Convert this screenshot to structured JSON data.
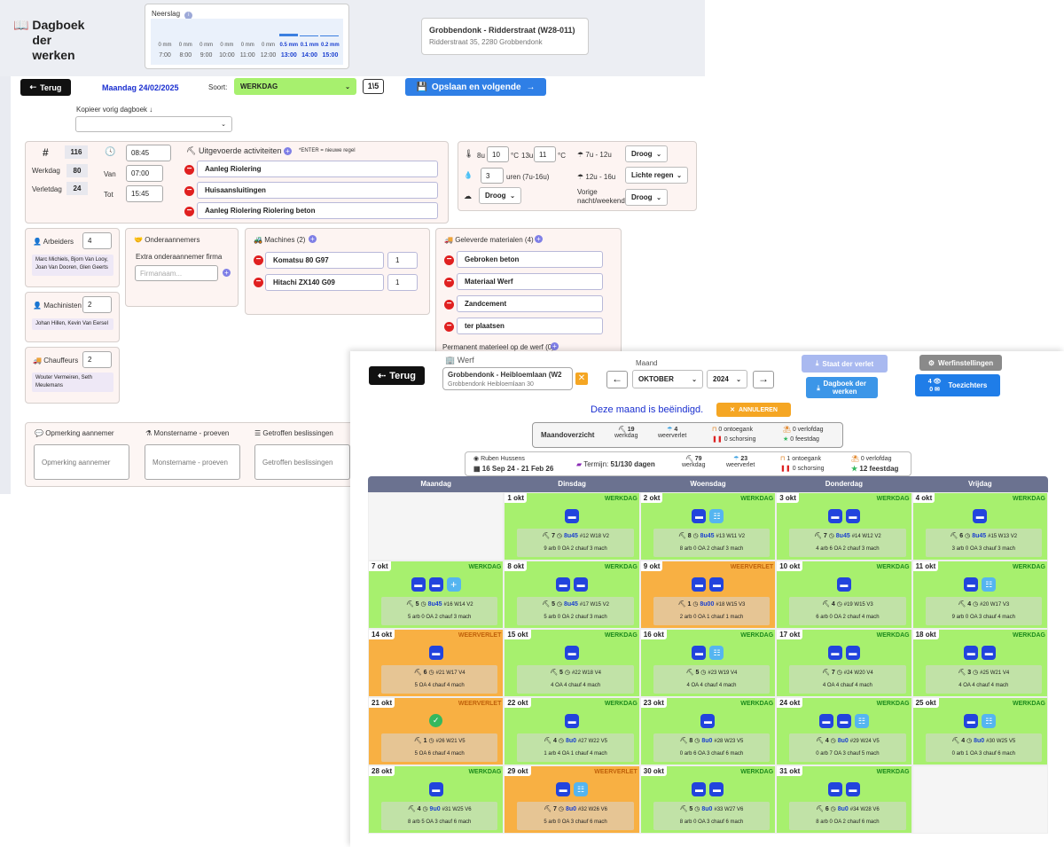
{
  "dagboek": {
    "logo": "Dagboek der werken",
    "neerslag": {
      "label": "Neerslag",
      "hours": [
        "7:00",
        "8:00",
        "9:00",
        "10:00",
        "11:00",
        "12:00",
        "13:00",
        "14:00",
        "15:00"
      ],
      "amounts": [
        "0 mm",
        "0 mm",
        "0 mm",
        "0 mm",
        "0 mm",
        "0 mm",
        "0.5 mm",
        "0.1 mm",
        "0.2 mm"
      ]
    },
    "site": {
      "title": "Grobbendonk - Ridderstraat (W28-011)",
      "address": "Ridderstraat 35, 2280 Grobbendonk"
    },
    "back": "Terug",
    "date": "Maandag 24/02/2025",
    "soort_label": "Soort:",
    "soort_value": "WERKDAG",
    "counter": "1\\5",
    "save": "Opslaan en volgende",
    "kopieer": "Kopieer vorig dagboek",
    "nummer": "116",
    "werkdag_label": "Werkdag",
    "werkdag": "80",
    "verletdag_label": "Verletdag",
    "verletdag": "24",
    "time_start": "08:45",
    "van_label": "Van",
    "van": "07:00",
    "tot_label": "Tot",
    "tot": "15:45",
    "activiteiten_title": "Uitgevoerde activiteiten",
    "enter_hint": "*ENTER = nieuwe regel",
    "activiteiten": [
      "Aanleg Riolering",
      "Huisaansluitingen",
      "Aanleg Riolering Riolering beton"
    ],
    "weather": {
      "t_8u_label": "8u",
      "t_8u": "10",
      "c1": "°C",
      "t_13u_label": "13u",
      "t_13u": "11",
      "c2": "°C",
      "uren": "3",
      "uren_label": "uren (7u-16u)",
      "ground": "Droog",
      "p1_label": "7u - 12u",
      "p1": "Droog",
      "p2_label": "12u - 16u",
      "p2": "Lichte regen",
      "p3_label": "Vorige nacht/weekend",
      "p3": "Droog"
    },
    "arbeiders": {
      "title": "Arbeiders",
      "count": "4",
      "names": "Marc Michiels, Bjorn Van Looy, Joan Van Dooren, Glen Geerts"
    },
    "machinisten": {
      "title": "Machinisten",
      "count": "2",
      "names": "Johan Hillen, Kevin Van Eersel"
    },
    "chauffeurs": {
      "title": "Chauffeurs",
      "count": "2",
      "names": "Wouter Vermeiren, Seth Meulemans"
    },
    "onderaannemers": {
      "title": "Onderaannemers",
      "extra": "Extra onderaannemer firma",
      "placeholder": "Firmanaam..."
    },
    "machines": {
      "title": "Machines",
      "count": "(2)",
      "items": [
        {
          "name": "Komatsu 80 G97",
          "qty": "1"
        },
        {
          "name": "Hitachi ZX140 G09",
          "qty": "1"
        }
      ]
    },
    "materialen": {
      "title": "Geleverde materialen",
      "count": "(4)",
      "items": [
        "Gebroken beton",
        "Materiaal Werf",
        "Zandcement",
        "ter plaatsen"
      ],
      "permanent": "Permanent materieel op de werf",
      "permanent_count": "(0)"
    },
    "bottom": {
      "opmerking_title": "Opmerking aannemer",
      "opmerking_ph": "Opmerking aannemer",
      "monstername_title": "Monstername - proeven",
      "monstername_ph": "Monstername - proeven",
      "beslissingen_title": "Getroffen beslissingen",
      "beslissingen_ph": "Getroffen beslissingen"
    }
  },
  "kalender": {
    "back": "Terug",
    "werf_label": "Werf",
    "werf_title": "Grobbendonk - Heibloemlaan (W2",
    "werf_address": "Grobbendonk Heibloemlaan 30",
    "maand_label": "Maand",
    "month": "OKTOBER",
    "year": "2024",
    "staat": "Staat der verlet",
    "dagboek_btn": "Dagboek der werken",
    "werfinstellingen": "Werfinstellingen",
    "toezichters": "Toezichters",
    "toez_count1": "4",
    "toez_count2": "0",
    "beeindigd": "Deze maand is beëindigd.",
    "annuleren": "ANNULEREN",
    "overzicht": {
      "title": "Maandoverzicht",
      "werkdag": "19",
      "werkdag_label": "werkdag",
      "weerverlet": "4",
      "weerverlet_label": "weerverlet",
      "ontoegank": "0 ontoegank",
      "schorsing": "0 schorsing",
      "verlofdag": "0 verlofdag",
      "feestdag": "0 feestdag"
    },
    "totaal": {
      "person": "Ruben Hussens",
      "period": "16 Sep 24 - 21 Feb 26",
      "termijn_label": "Termijn:",
      "termijn": "51/130 dagen",
      "werkdag": "79",
      "werkdag_label": "werkdag",
      "weerverlet": "23",
      "weerverlet_label": "weerverlet",
      "ontoegank": "1 ontoegank",
      "schorsing": "0 schorsing",
      "verlofdag": "0 verlofdag",
      "feestdag": "12 feestdag"
    },
    "weekdays": [
      "Maandag",
      "Dinsdag",
      "Woensdag",
      "Donderdag",
      "Vrijdag"
    ],
    "days": [
      {
        "col": 1,
        "row": 0,
        "num": "1 okt",
        "status": "WERKDAG",
        "type": "g",
        "icons": [
          "b"
        ],
        "l1a": "7",
        "l1b": "8u45",
        "l1c": "#12 W18 V2",
        "l2": "9 arb  0 OA  2 chauf  3 mach"
      },
      {
        "col": 2,
        "row": 0,
        "num": "2 okt",
        "status": "WERKDAG",
        "type": "g",
        "icons": [
          "b",
          "lb"
        ],
        "l1a": "8",
        "l1b": "8u45",
        "l1c": "#13 W11 V2",
        "l2": "8 arb  0 OA  2 chauf  3 mach"
      },
      {
        "col": 3,
        "row": 0,
        "num": "3 okt",
        "status": "WERKDAG",
        "type": "g",
        "icons": [
          "b",
          "b"
        ],
        "l1a": "7",
        "l1b": "8u45",
        "l1c": "#14 W12 V2",
        "l2": "4 arb  6 OA  2 chauf  3 mach"
      },
      {
        "col": 4,
        "row": 0,
        "num": "4 okt",
        "status": "WERKDAG",
        "type": "g",
        "icons": [
          "b"
        ],
        "l1a": "6",
        "l1b": "8u45",
        "l1c": "#15 W13 V2",
        "l2": "3 arb  0 OA  3 chauf  3 mach"
      },
      {
        "col": 0,
        "row": 1,
        "num": "7 okt",
        "status": "WERKDAG",
        "type": "g",
        "icons": [
          "b",
          "b",
          "plus"
        ],
        "l1a": "5",
        "l1b": "8u45",
        "l1c": "#16 W14 V2",
        "l2": "5 arb  0 OA  2 chauf  3 mach"
      },
      {
        "col": 1,
        "row": 1,
        "num": "8 okt",
        "status": "WERKDAG",
        "type": "g",
        "icons": [
          "b",
          "b"
        ],
        "l1a": "5",
        "l1b": "8u45",
        "l1c": "#17 W15 V2",
        "l2": "5 arb  0 OA  2 chauf  3 mach"
      },
      {
        "col": 2,
        "row": 1,
        "num": "9 okt",
        "status": "WEERVERLET",
        "type": "o",
        "icons": [
          "b",
          "b"
        ],
        "l1a": "1",
        "l1b": "8u00",
        "l1c": "#18 W15 V3",
        "l2": "2 arb  0 OA  1 chauf  1 mach"
      },
      {
        "col": 3,
        "row": 1,
        "num": "10 okt",
        "status": "WERKDAG",
        "type": "g",
        "icons": [
          "b"
        ],
        "l1a": "4",
        "l1b": "",
        "l1c": "#19 W15 V3",
        "l2": "6 arb  0 OA  2 chauf  4 mach"
      },
      {
        "col": 4,
        "row": 1,
        "num": "11 okt",
        "status": "WERKDAG",
        "type": "g",
        "icons": [
          "b",
          "lb"
        ],
        "l1a": "4",
        "l1b": "",
        "l1c": "#20 W17 V3",
        "l2": "9 arb  0 OA  3 chauf  4 mach"
      },
      {
        "col": 0,
        "row": 2,
        "num": "14 okt",
        "status": "WEERVERLET",
        "type": "o",
        "icons": [
          "b"
        ],
        "l1a": "6",
        "l1b": "",
        "l1c": "#21 W17 V4",
        "l2": "5 OA  4 chauf  4 mach"
      },
      {
        "col": 1,
        "row": 2,
        "num": "15 okt",
        "status": "WERKDAG",
        "type": "g",
        "icons": [
          "b"
        ],
        "l1a": "5",
        "l1b": "",
        "l1c": "#22 W18 V4",
        "l2": "4 OA  4 chauf  4 mach"
      },
      {
        "col": 2,
        "row": 2,
        "num": "16 okt",
        "status": "WERKDAG",
        "type": "g",
        "icons": [
          "b",
          "lb"
        ],
        "l1a": "5",
        "l1b": "",
        "l1c": "#23 W19 V4",
        "l2": "4 OA  4 chauf  4 mach"
      },
      {
        "col": 3,
        "row": 2,
        "num": "17 okt",
        "status": "WERKDAG",
        "type": "g",
        "icons": [
          "b",
          "b"
        ],
        "l1a": "7",
        "l1b": "",
        "l1c": "#24 W20 V4",
        "l2": "4 OA  4 chauf  4 mach"
      },
      {
        "col": 4,
        "row": 2,
        "num": "18 okt",
        "status": "WERKDAG",
        "type": "g",
        "icons": [
          "b",
          "b"
        ],
        "l1a": "3",
        "l1b": "",
        "l1c": "#25 W21 V4",
        "l2": "4 OA  4 chauf  4 mach"
      },
      {
        "col": 0,
        "row": 3,
        "num": "21 okt",
        "status": "WEERVERLET",
        "type": "o",
        "icons": [
          "ch"
        ],
        "l1a": "1",
        "l1b": "",
        "l1c": "#26 W21 V5",
        "l2": "5 OA  6 chauf  4 mach"
      },
      {
        "col": 1,
        "row": 3,
        "num": "22 okt",
        "status": "WERKDAG",
        "type": "g",
        "icons": [
          "b"
        ],
        "l1a": "4",
        "l1b": "8u0",
        "l1c": "#27 W22 V5",
        "l2": "1 arb  4 OA  1 chauf  4 mach"
      },
      {
        "col": 2,
        "row": 3,
        "num": "23 okt",
        "status": "WERKDAG",
        "type": "g",
        "icons": [
          "b"
        ],
        "l1a": "8",
        "l1b": "8u0",
        "l1c": "#28 W23 V5",
        "l2": "0 arb  6 OA  3 chauf  6 mach"
      },
      {
        "col": 3,
        "row": 3,
        "num": "24 okt",
        "status": "WERKDAG",
        "type": "g",
        "icons": [
          "b",
          "b",
          "lb"
        ],
        "l1a": "4",
        "l1b": "8u0",
        "l1c": "#29 W24 V5",
        "l2": "0 arb  7 OA  3 chauf  5 mach"
      },
      {
        "col": 4,
        "row": 3,
        "num": "25 okt",
        "status": "WERKDAG",
        "type": "g",
        "icons": [
          "b",
          "lb"
        ],
        "l1a": "4",
        "l1b": "8u0",
        "l1c": "#30 W25 V5",
        "l2": "0 arb  1 OA  3 chauf  6 mach"
      },
      {
        "col": 0,
        "row": 4,
        "num": "28 okt",
        "status": "WERKDAG",
        "type": "g",
        "icons": [
          "b"
        ],
        "l1a": "4",
        "l1b": "9u0",
        "l1c": "#31 W25 V6",
        "l2": "8 arb  5 OA  3 chauf  6 mach"
      },
      {
        "col": 1,
        "row": 4,
        "num": "29 okt",
        "status": "WEERVERLET",
        "type": "o",
        "icons": [
          "b",
          "lb"
        ],
        "l1a": "7",
        "l1b": "8u0",
        "l1c": "#32 W26 V6",
        "l2": "5 arb  0 OA  3 chauf  6 mach"
      },
      {
        "col": 2,
        "row": 4,
        "num": "30 okt",
        "status": "WERKDAG",
        "type": "g",
        "icons": [
          "b",
          "b"
        ],
        "l1a": "5",
        "l1b": "8u0",
        "l1c": "#33 W27 V6",
        "l2": "8 arb  0 OA  3 chauf  6 mach"
      },
      {
        "col": 3,
        "row": 4,
        "num": "31 okt",
        "status": "WERKDAG",
        "type": "g",
        "icons": [
          "b",
          "b"
        ],
        "l1a": "6",
        "l1b": "8u0",
        "l1c": "#34 W28 V6",
        "l2": "8 arb  0 OA  2 chauf  6 mach"
      }
    ]
  }
}
